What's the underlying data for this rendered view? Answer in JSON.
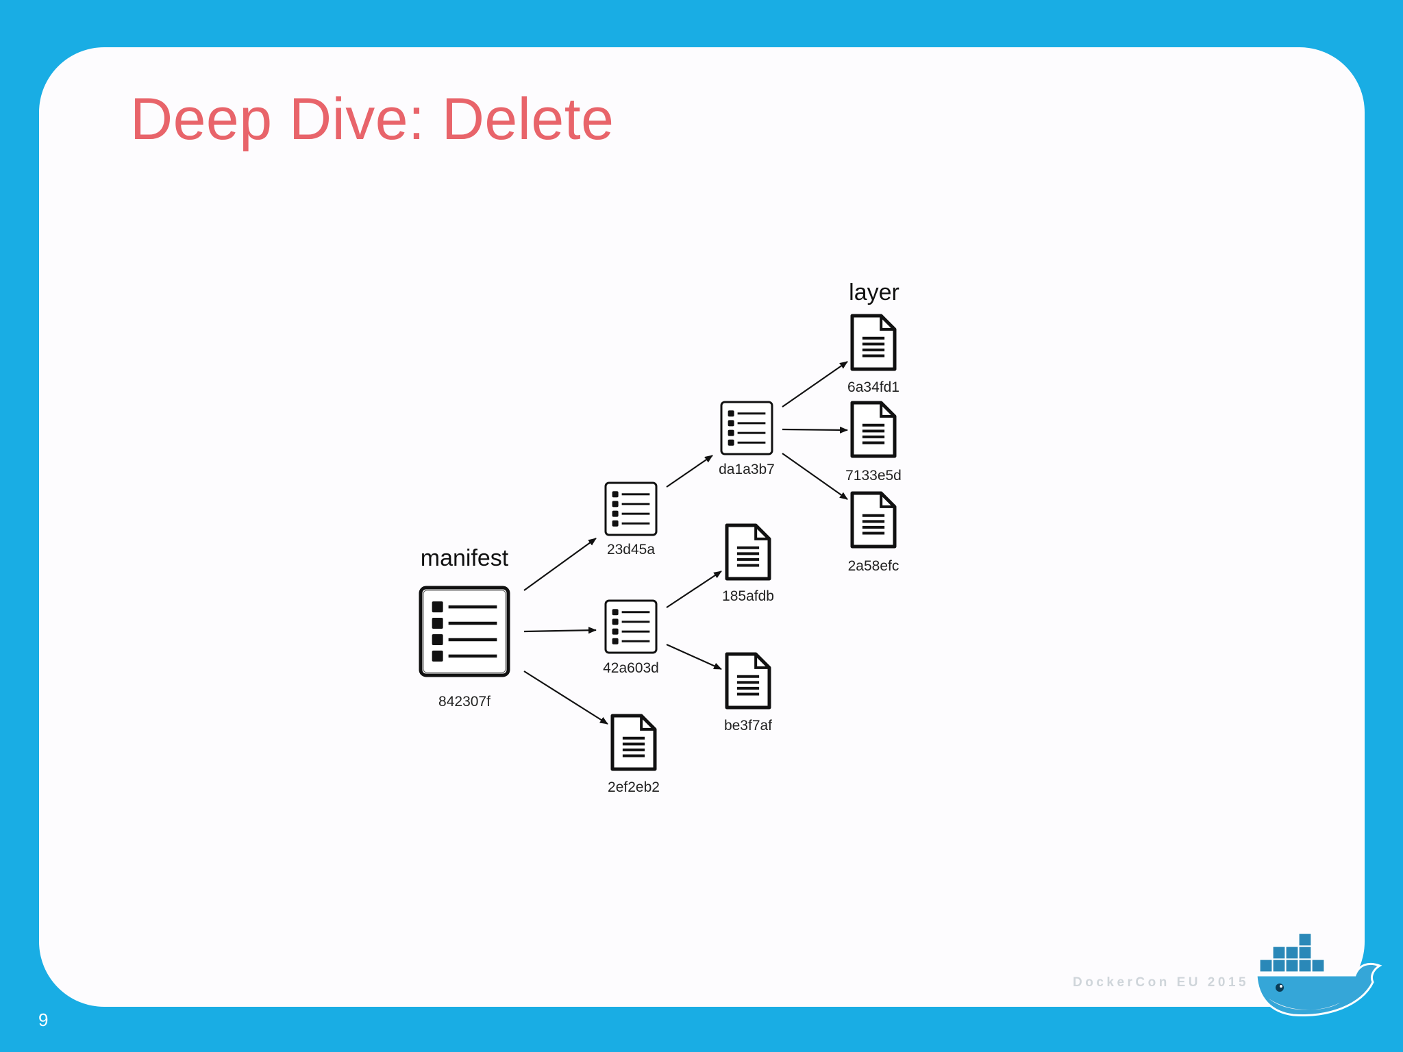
{
  "slide": {
    "title": "Deep Dive: Delete",
    "page_number": "9",
    "footer_brand": "DockerCon EU 2015"
  },
  "colors": {
    "background": "#19ade4",
    "card": "#fdfcfe",
    "title": "#e8646a",
    "ink": "#111111"
  },
  "diagram": {
    "manifest_heading": "manifest",
    "layer_heading": "layer",
    "nodes": [
      {
        "id": "842307f",
        "kind": "manifest-list",
        "label": "842307f"
      },
      {
        "id": "23d45a",
        "kind": "list",
        "label": "23d45a"
      },
      {
        "id": "42a603d",
        "kind": "list",
        "label": "42a603d"
      },
      {
        "id": "2ef2eb2",
        "kind": "file",
        "label": "2ef2eb2"
      },
      {
        "id": "da1a3b7",
        "kind": "list",
        "label": "da1a3b7"
      },
      {
        "id": "185afdb",
        "kind": "file",
        "label": "185afdb"
      },
      {
        "id": "be3f7af",
        "kind": "file",
        "label": "be3f7af"
      },
      {
        "id": "6a34fd1",
        "kind": "file",
        "label": "6a34fd1"
      },
      {
        "id": "7133e5d",
        "kind": "file",
        "label": "7133e5d"
      },
      {
        "id": "2a58efc",
        "kind": "file",
        "label": "2a58efc"
      }
    ],
    "edges": [
      {
        "from": "842307f",
        "to": "23d45a"
      },
      {
        "from": "842307f",
        "to": "42a603d"
      },
      {
        "from": "842307f",
        "to": "2ef2eb2"
      },
      {
        "from": "23d45a",
        "to": "da1a3b7"
      },
      {
        "from": "42a603d",
        "to": "185afdb"
      },
      {
        "from": "42a603d",
        "to": "be3f7af"
      },
      {
        "from": "da1a3b7",
        "to": "6a34fd1"
      },
      {
        "from": "da1a3b7",
        "to": "7133e5d"
      },
      {
        "from": "da1a3b7",
        "to": "2a58efc"
      }
    ]
  },
  "logo": {
    "name": "docker-whale-logo"
  }
}
